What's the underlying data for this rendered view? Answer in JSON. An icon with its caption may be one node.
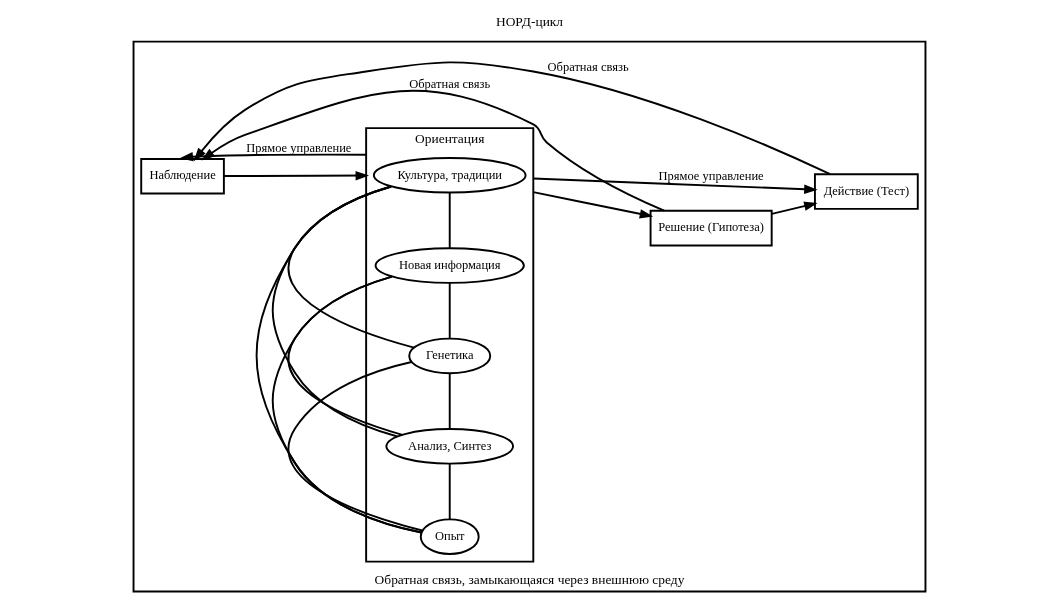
{
  "diagram": {
    "title": "НОРД-цикл",
    "nodes": [
      {
        "text": [
          "Обратная связь, замыкающаяся через внешнюю среду"
        ]
      },
      {
        "text": [
          "Наблюдение"
        ],
        "in": 0
      },
      {
        "text": [
          "Ориентация"
        ],
        "in": 0
      },
      {
        "text": [
          "Культура, традиции"
        ],
        "in": 2
      },
      {
        "text": [
          "Новая информация"
        ],
        "in": 2
      },
      {
        "text": [
          "Генетика"
        ],
        "in": 2
      },
      {
        "text": [
          "Анализ, Синтез"
        ],
        "in": 2
      },
      {
        "text": [
          "Опыт"
        ],
        "in": 2
      },
      {
        "text": [
          "Решение (Гипотеза)"
        ],
        "in": 0
      },
      {
        "text": [
          "Действие (Тест)"
        ],
        "in": 0
      }
    ],
    "edges": [
      {
        "from": 2,
        "to": 1,
        "arrow": "to",
        "label": "Прямое управление"
      },
      {
        "from": 2,
        "to": 9,
        "arrow": "to",
        "label": "Прямое управление"
      },
      {
        "from": 1,
        "to": 2,
        "arrow": "to"
      },
      {
        "from": 2,
        "to": 8,
        "arrow": "to"
      },
      {
        "from": 8,
        "to": 9,
        "arrow": "to"
      },
      {
        "from": 3,
        "to": 4,
        "arrow": "none"
      },
      {
        "from": 3,
        "to": 5,
        "arrow": "none"
      },
      {
        "from": 3,
        "to": 6,
        "arrow": "none"
      },
      {
        "from": 3,
        "to": 7,
        "arrow": "none"
      },
      {
        "from": 4,
        "to": 5,
        "arrow": "none"
      },
      {
        "from": 4,
        "to": 6,
        "arrow": "none"
      },
      {
        "from": 4,
        "to": 7,
        "arrow": "none"
      },
      {
        "from": 5,
        "to": 6,
        "arrow": "none"
      },
      {
        "from": 5,
        "to": 7,
        "arrow": "none"
      },
      {
        "from": 6,
        "to": 7,
        "arrow": "none"
      },
      {
        "from": 8,
        "to": 1,
        "arrow": "to",
        "label": "Обратная связь"
      },
      {
        "from": 9,
        "to": 1,
        "arrow": "to",
        "label": "Обратная связь"
      }
    ]
  }
}
